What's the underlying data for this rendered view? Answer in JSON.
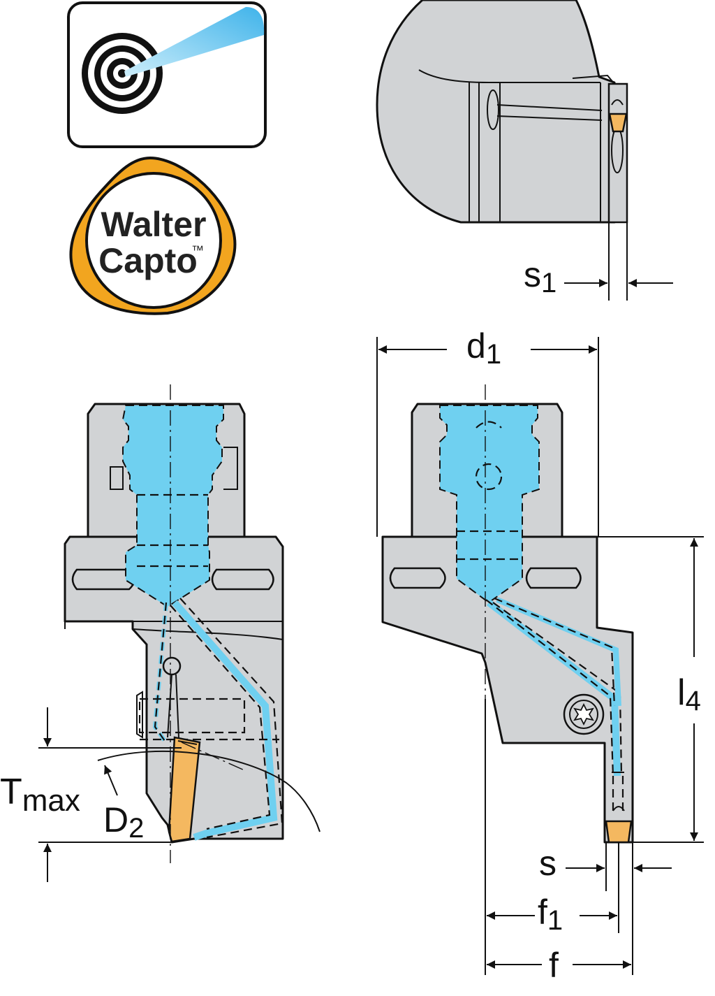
{
  "logo": {
    "brand_line1": "Walter",
    "brand_line2": "Capto",
    "trademark": "™"
  },
  "labels": {
    "s1_main": "s",
    "s1_sub": "1",
    "d1_main": "d",
    "d1_sub": "1",
    "l4_main": "l",
    "l4_sub": "4",
    "tmax_main": "T",
    "tmax_sub": "max",
    "d2_main": "D",
    "d2_sub": "2",
    "s_main": "s",
    "f1_main": "f",
    "f1_sub": "1",
    "f_main": "f"
  },
  "colors": {
    "body": "#d1d3d5",
    "coolant": "#6fd0f0",
    "insert": "#f4b860",
    "logo_ring": "#f2a51f",
    "target_beam": "#49b8ec"
  }
}
